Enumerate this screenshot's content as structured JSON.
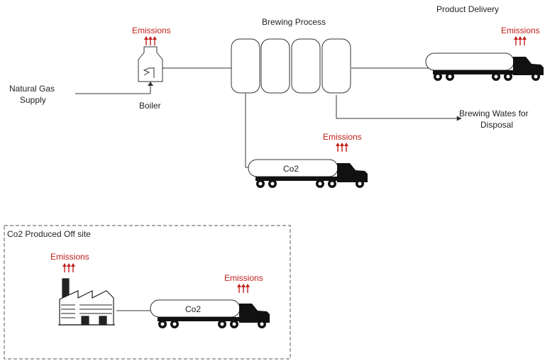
{
  "labels": {
    "brewing_process": "Brewing Process",
    "product_delivery": "Product Delivery",
    "natural_gas_line1": "Natural Gas",
    "natural_gas_line2": "Supply",
    "boiler": "Boiler",
    "brewing_waste_line1": "Brewing Wates for",
    "brewing_waste_line2": "Disposal",
    "co2_offsite_title": "Co2 Produced Off site",
    "co2_tank_label": "Co2",
    "co2_offsite_tank_label": "Co2"
  },
  "emissions": {
    "boiler": "Emissions",
    "delivery": "Emissions",
    "co2_truck": "Emissions",
    "factory": "Emissions",
    "offsite_truck": "Emissions"
  },
  "colors": {
    "emission_red": "#c0201a",
    "line": "#333333",
    "dashed_border": "#555555"
  }
}
